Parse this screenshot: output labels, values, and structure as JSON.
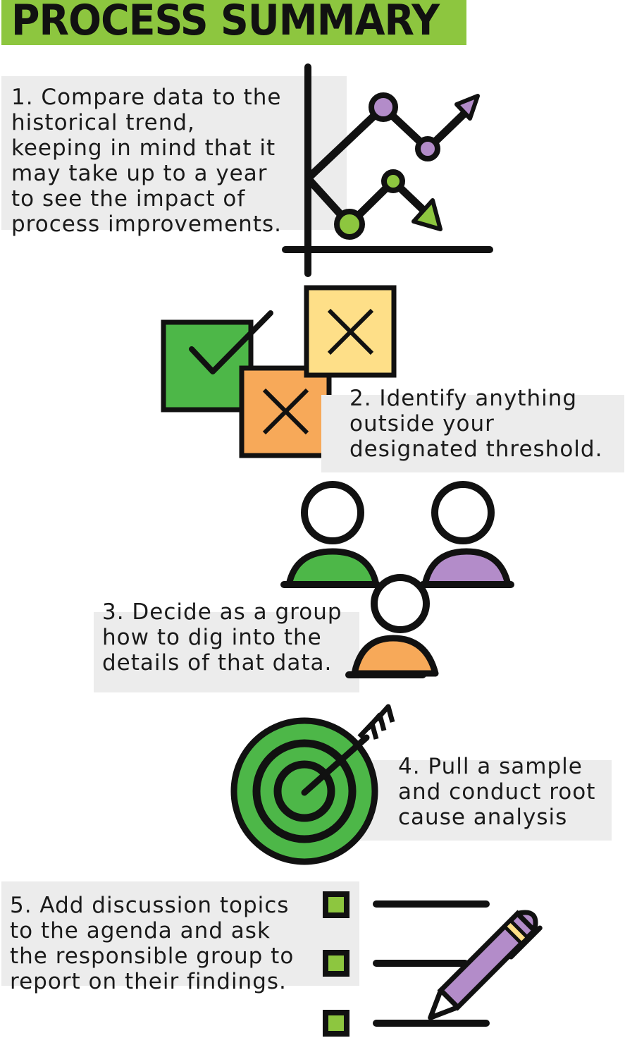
{
  "title": "PROCESS SUMMARY",
  "colors": {
    "accent_green": "#8dc63f",
    "check_green": "#4db748",
    "purple": "#b38cc9",
    "orange": "#f7a959",
    "yellow": "#fedf88",
    "panel_gray": "#ececec",
    "ink": "#111111"
  },
  "steps": [
    {
      "text": "1. Compare data to the\nhistorical trend,\nkeeping in mind that it\nmay take up to a year\nto see the impact of\nprocess improvements.",
      "icon": "line-chart-icon"
    },
    {
      "text": "2. Identify anything\noutside your\ndesignated threshold.",
      "icon": "check-and-x-boxes-icon"
    },
    {
      "text": "3. Decide as a group\nhow to dig into the\ndetails of that data.",
      "icon": "people-group-icon"
    },
    {
      "text": "4. Pull a sample\nand conduct root\ncause analysis",
      "icon": "target-icon"
    },
    {
      "text": "5. Add discussion topics\nto the agenda and ask\nthe responsible group to\nreport on their findings.",
      "icon": "checklist-pen-icon"
    }
  ]
}
